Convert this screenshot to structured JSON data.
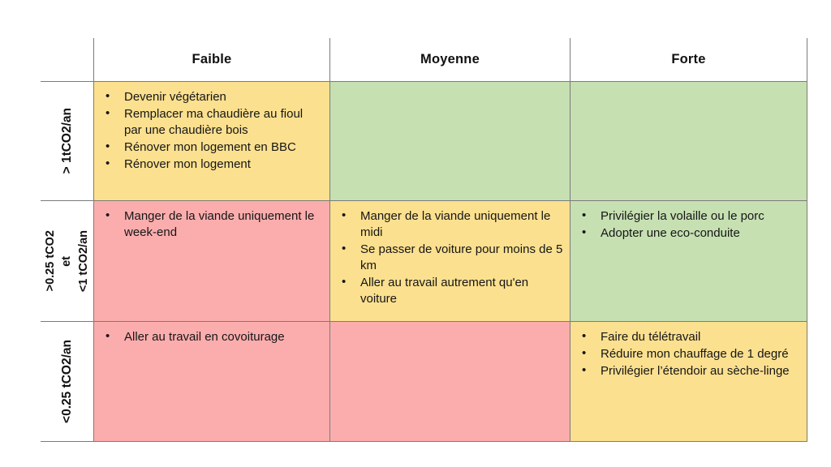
{
  "matrix": {
    "corner_label": "",
    "columns": [
      {
        "id": "faible",
        "label": "Faible"
      },
      {
        "id": "moyenne",
        "label": "Moyenne"
      },
      {
        "id": "forte",
        "label": "Forte"
      }
    ],
    "rows": [
      {
        "id": "gt-1t",
        "header_lines": [
          "> 1tCO2/an"
        ],
        "cells": [
          {
            "column": "faible",
            "color_name": "yellow",
            "color": "#FBE08F",
            "items": [
              "Devenir végétarien",
              "Remplacer ma chaudière au fioul par une chaudière bois",
              "Rénover mon logement en BBC",
              "Rénover mon logement"
            ]
          },
          {
            "column": "moyenne",
            "color_name": "green",
            "color": "#C6E0B2",
            "items": []
          },
          {
            "column": "forte",
            "color_name": "green",
            "color": "#C6E0B2",
            "items": []
          }
        ]
      },
      {
        "id": "between-025-and-1t",
        "header_lines": [
          ">0.25 tCO2",
          "et",
          "<1 tCO2/an"
        ],
        "cells": [
          {
            "column": "faible",
            "color_name": "pink",
            "color": "#FBADAD",
            "items": [
              "Manger de la viande uniquement le week-end"
            ]
          },
          {
            "column": "moyenne",
            "color_name": "yellow",
            "color": "#FBE08F",
            "items": [
              "Manger de la viande uniquement le midi",
              "Se passer de voiture pour moins de 5 km",
              "Aller au travail autrement qu'en voiture"
            ]
          },
          {
            "column": "forte",
            "color_name": "green",
            "color": "#C6E0B2",
            "items": [
              "Privilégier la volaille ou le porc",
              "Adopter une eco-conduite"
            ]
          }
        ]
      },
      {
        "id": "lt-025t",
        "header_lines": [
          "<0.25 tCO2/an"
        ],
        "cells": [
          {
            "column": "faible",
            "color_name": "pink",
            "color": "#FBADAD",
            "items": [
              "Aller au travail en covoiturage"
            ]
          },
          {
            "column": "moyenne",
            "color_name": "pink",
            "color": "#FBADAD",
            "items": []
          },
          {
            "column": "forte",
            "color_name": "yellow",
            "color": "#FBE08F",
            "items": [
              "Faire du télétravail",
              "Réduire mon chauffage de 1 degré",
              "Privilégier l’étendoir au sèche-linge"
            ]
          }
        ]
      }
    ]
  }
}
